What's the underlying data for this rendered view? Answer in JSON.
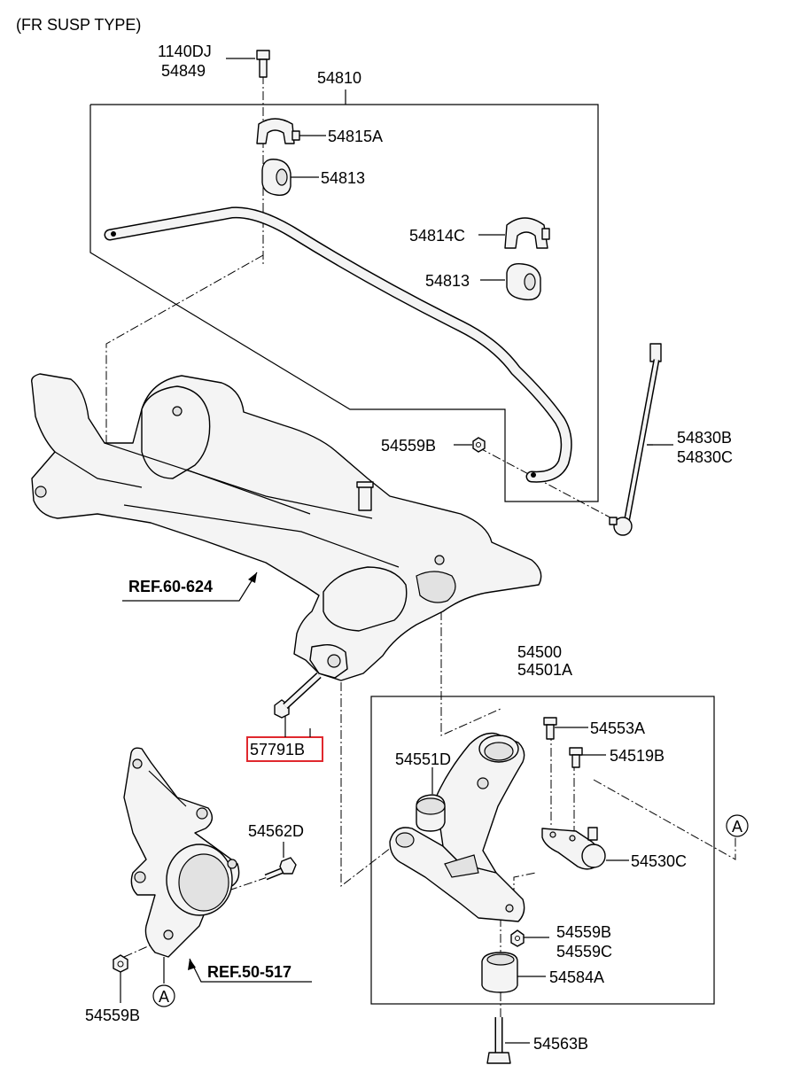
{
  "header": {
    "title": "(FR SUSP TYPE)"
  },
  "labels": {
    "p1140DJ": "1140DJ",
    "p54849": "54849",
    "p54810": "54810",
    "p54815A": "54815A",
    "p54813a": "54813",
    "p54814C": "54814C",
    "p54813b": "54813",
    "p54559B_a": "54559B",
    "p54830B": "54830B",
    "p54830C": "54830C",
    "ref60": "REF.60-624",
    "p54500": "54500",
    "p54501A": "54501A",
    "p57791B": "57791B",
    "p54553A": "54553A",
    "p54519B": "54519B",
    "p54551D": "54551D",
    "p54562D": "54562D",
    "calloutA1": "A",
    "p54530C": "54530C",
    "p54559B_b": "54559B",
    "p54559C": "54559C",
    "p54584A": "54584A",
    "ref50": "REF.50-517",
    "calloutA2": "A",
    "p54559B_c": "54559B",
    "p54563B": "54563B"
  },
  "colors": {
    "highlight": "#e0282e",
    "ink": "#000000",
    "part_fill": "#f4f4f4"
  }
}
